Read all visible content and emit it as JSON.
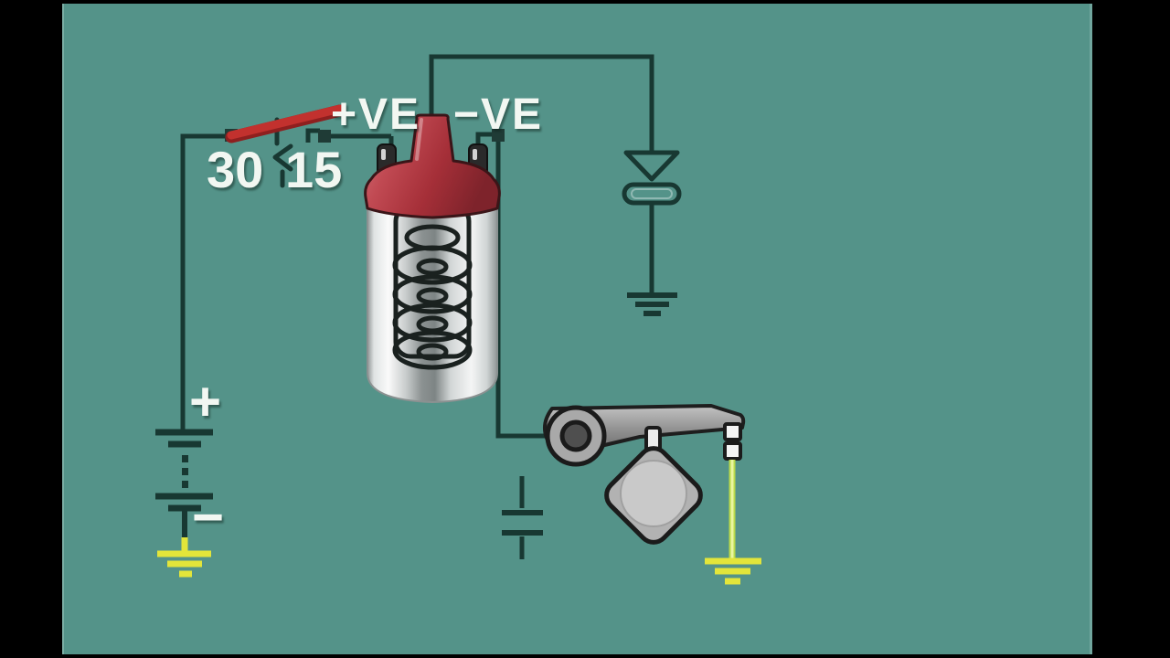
{
  "frame": {
    "background": "#000000"
  },
  "diagram": {
    "background": "#549389",
    "labels": {
      "coil_positive": "+VE",
      "coil_negative": "−VE",
      "switch_terminal_supply": "30",
      "switch_terminal_ignition": "15",
      "battery_positive": "+",
      "battery_negative": "−"
    },
    "colors": {
      "wire": "#183832",
      "feed_wire_red": "#c2312e",
      "ground_yellow": "#e3e53a",
      "points_lead_green": "#cbe44c",
      "label_text": "#f2f7f2",
      "coil_cap_red": "#b23a43",
      "metal_chrome": "#d9dcdc",
      "breaker_gray": "#a9a9a9"
    },
    "components": [
      "ignition-coil",
      "ignition-switch",
      "battery",
      "spark-plug-gap",
      "condenser",
      "contact-breaker-points",
      "distributor-cam",
      "earth-ground-battery",
      "earth-ground-points",
      "earth-ground-spark-plug"
    ]
  }
}
